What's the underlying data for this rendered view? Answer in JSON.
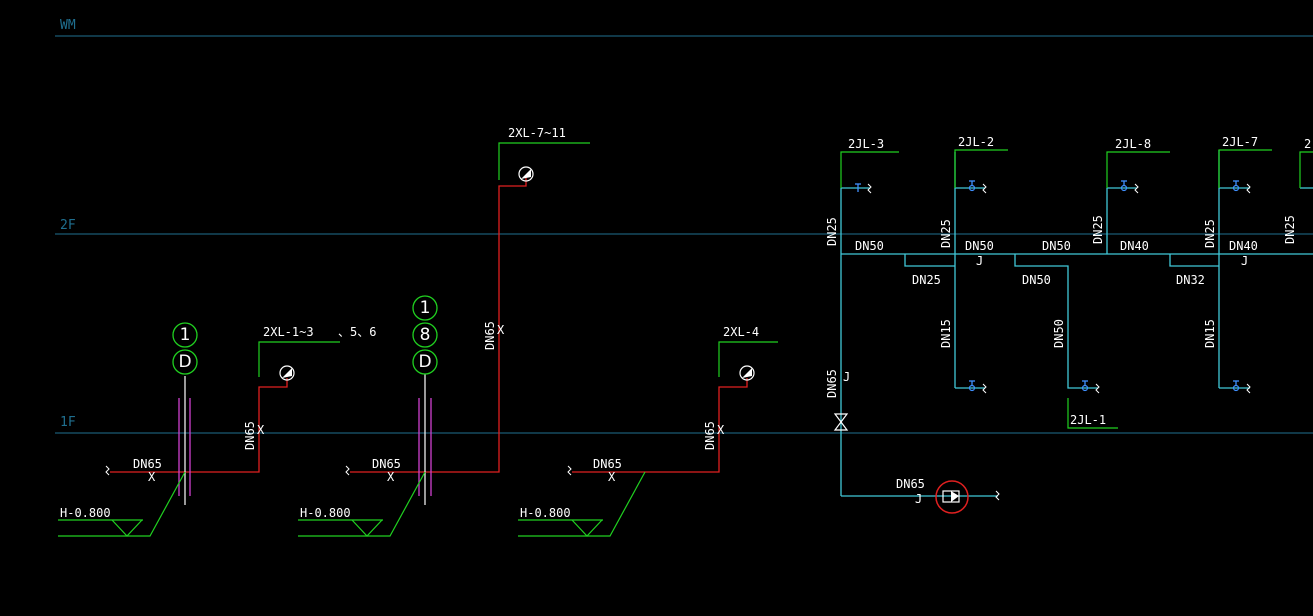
{
  "colors": {
    "background": "#000000",
    "level_line": "#1f6f8f",
    "hot_pipe": "#e02020",
    "cold_pipe": "#40c8d8",
    "leader": "#20d020",
    "marker_circle": "#20d020",
    "sleeve": "#d040d0",
    "pump_circle": "#e02020",
    "valve": "#4090ff"
  },
  "levels": {
    "wm": "WM",
    "f2": "2F",
    "f1": "1F"
  },
  "risers": {
    "xl_7_11": "2XL-7~11",
    "xl_1_3": "2XL-1~3",
    "xl_1_3_extra": "、5、6",
    "xl_4": "2XL-4",
    "jl_3": "2JL-3",
    "jl_2": "2JL-2",
    "jl_8": "2JL-8",
    "jl_7": "2JL-7",
    "jl_cut": "2",
    "jl_1": "2JL-1"
  },
  "markers": {
    "m1": [
      "1",
      "D"
    ],
    "m2": [
      "1",
      "8",
      "D"
    ]
  },
  "pipe_labels": {
    "dn65": "DN65",
    "dn50": "DN50",
    "dn40": "DN40",
    "dn32": "DN32",
    "dn25": "DN25",
    "dn15": "DN15",
    "dn65_j": "DN65"
  },
  "elevations": {
    "h": "H-0.800"
  }
}
